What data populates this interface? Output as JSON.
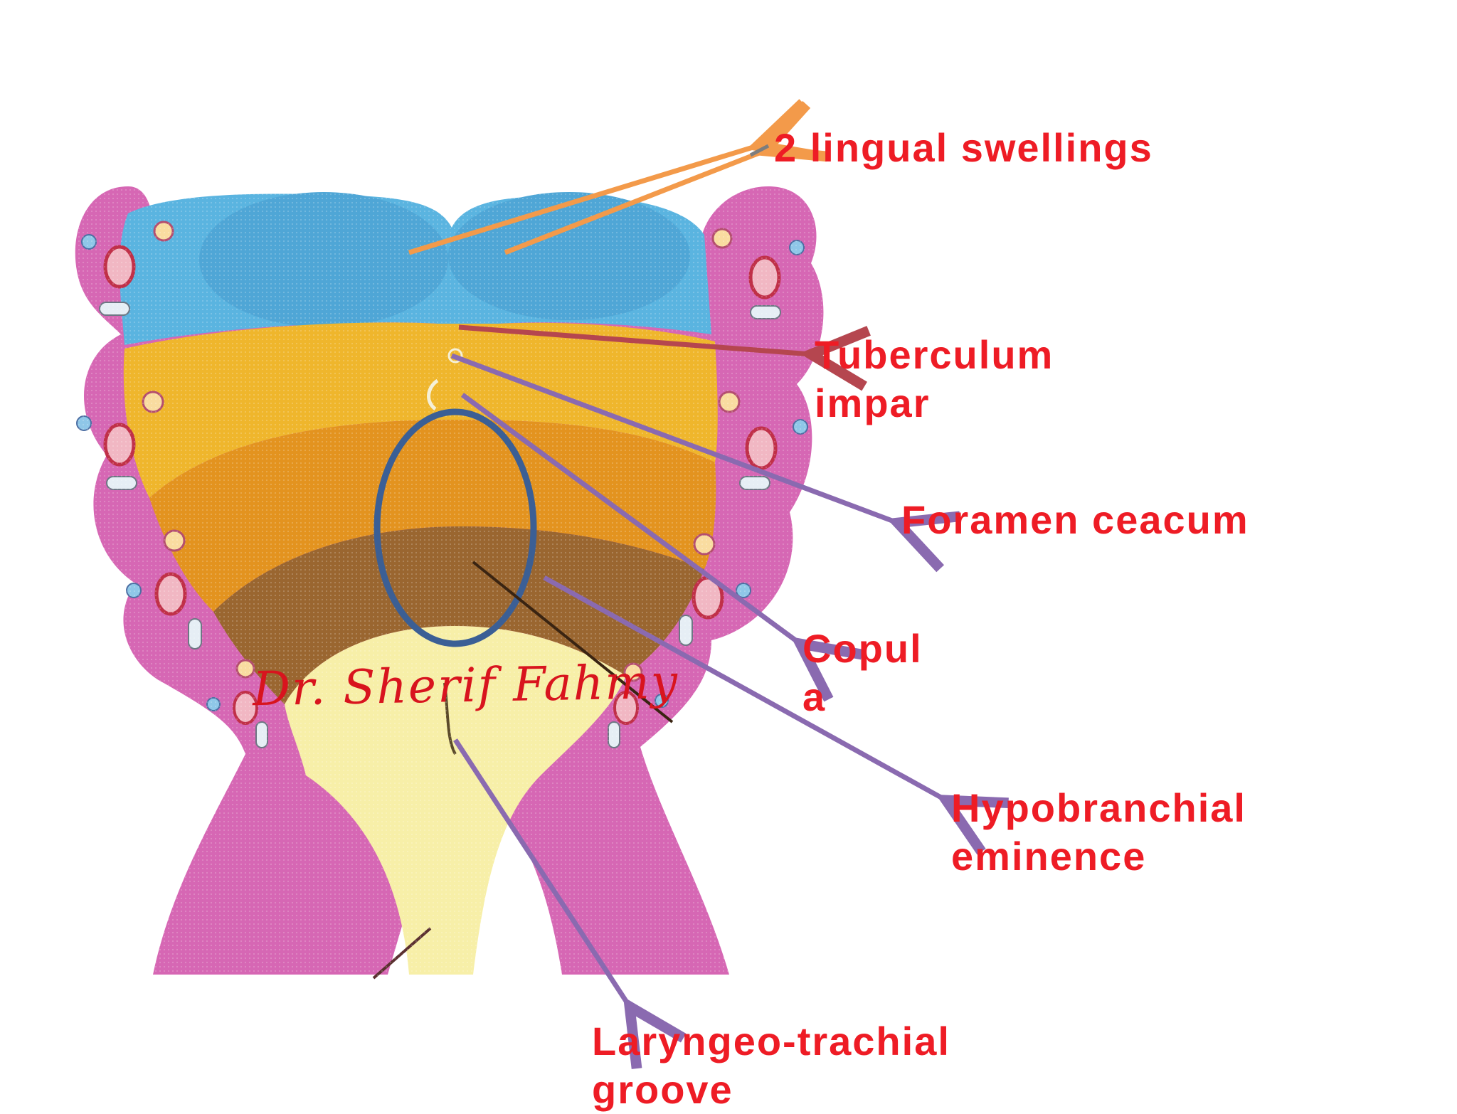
{
  "labels": {
    "lingual_swellings": "2 lingual swellings",
    "tuberculum_line1": "Tuberculum",
    "tuberculum_line2": "impar",
    "foramen_ceacum": "Foramen ceacum",
    "copula_line1": "Copul",
    "copula_line2": "a",
    "hypobranchial_line1": "Hypobranchial",
    "hypobranchial_line2": "eminence",
    "laryngeo_line1": "Laryngeo-trachial",
    "laryngeo_line2": "groove"
  },
  "signature": "Dr. Sherif Fahmy",
  "colors": {
    "label_text": "#ee1c25",
    "pharyngeal_arch_pink": "#d667b4",
    "lingual_blue": "#5ab4e0",
    "yellow_arch": "#efb62c",
    "orange_arch": "#e3931f",
    "brown_arch": "#9a6630",
    "laryngeal_yellow": "#f7efa8",
    "copula_circle": "#3b5f95",
    "arrow_orange": "#f39a4a",
    "arrow_purple": "#8a6ab0",
    "arrow_red": "#b5464f"
  }
}
